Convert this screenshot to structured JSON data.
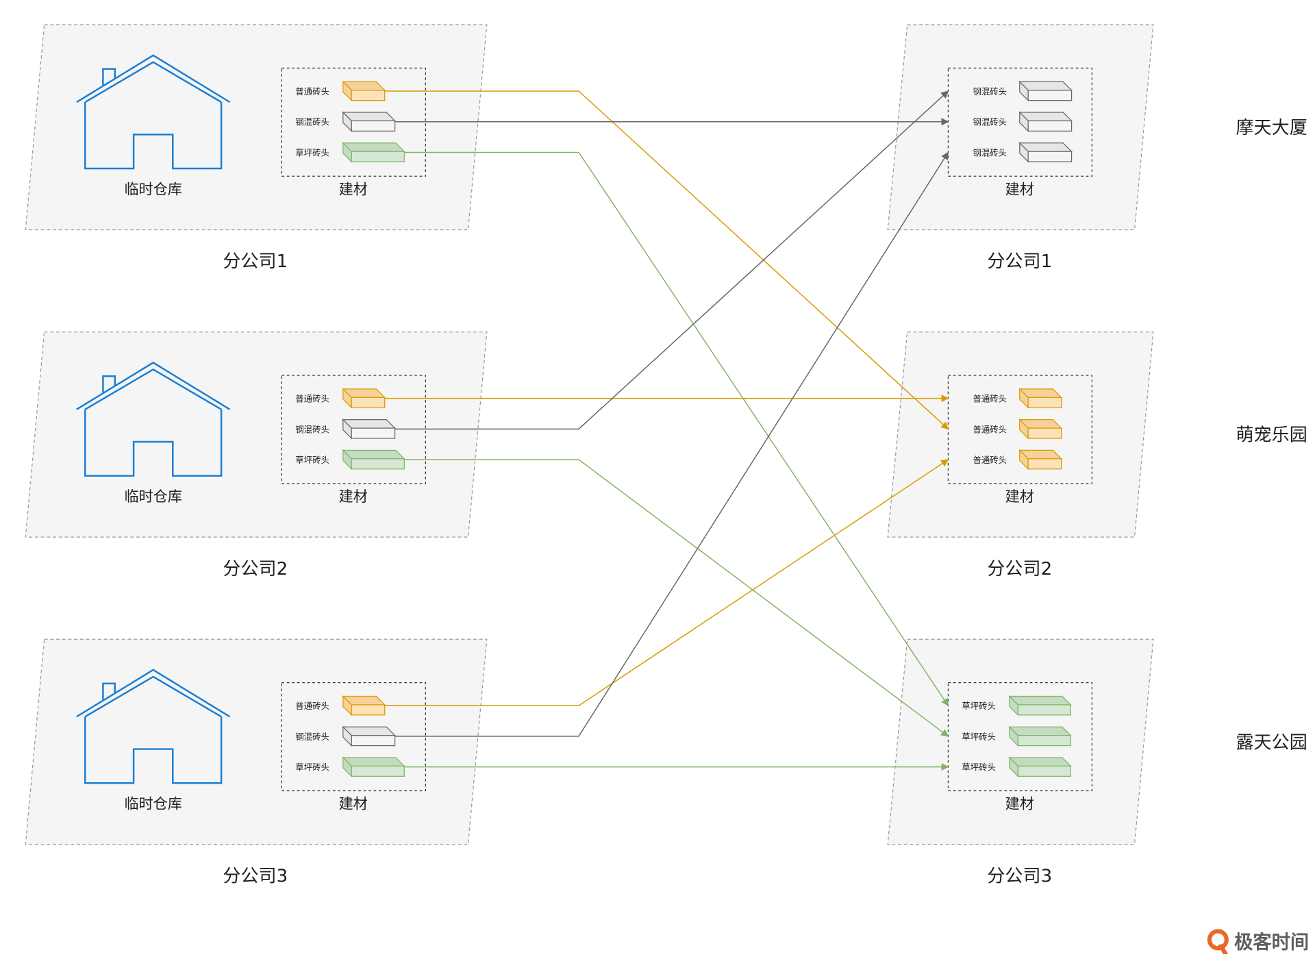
{
  "sources": [
    {
      "company_label": "分公司1",
      "warehouse_label": "临时仓库",
      "group_label": "建材",
      "materials": [
        {
          "label": "普通砖头",
          "kind": "normal"
        },
        {
          "label": "钢混砖头",
          "kind": "steel"
        },
        {
          "label": "草坪砖头",
          "kind": "grass"
        }
      ]
    },
    {
      "company_label": "分公司2",
      "warehouse_label": "临时仓库",
      "group_label": "建材",
      "materials": [
        {
          "label": "普通砖头",
          "kind": "normal"
        },
        {
          "label": "钢混砖头",
          "kind": "steel"
        },
        {
          "label": "草坪砖头",
          "kind": "grass"
        }
      ]
    },
    {
      "company_label": "分公司3",
      "warehouse_label": "临时仓库",
      "group_label": "建材",
      "materials": [
        {
          "label": "普通砖头",
          "kind": "normal"
        },
        {
          "label": "钢混砖头",
          "kind": "steel"
        },
        {
          "label": "草坪砖头",
          "kind": "grass"
        }
      ]
    }
  ],
  "destinations": [
    {
      "company_label": "分公司1",
      "group_label": "建材",
      "site_label": "摩天大厦",
      "kind": "steel",
      "materials": [
        {
          "label": "钢混砖头"
        },
        {
          "label": "钢混砖头"
        },
        {
          "label": "钢混砖头"
        }
      ]
    },
    {
      "company_label": "分公司2",
      "group_label": "建材",
      "site_label": "萌宠乐园",
      "kind": "normal",
      "materials": [
        {
          "label": "普通砖头"
        },
        {
          "label": "普通砖头"
        },
        {
          "label": "普通砖头"
        }
      ]
    },
    {
      "company_label": "分公司3",
      "group_label": "建材",
      "site_label": "露天公园",
      "kind": "grass",
      "materials": [
        {
          "label": "草坪砖头"
        },
        {
          "label": "草坪砖头"
        },
        {
          "label": "草坪砖头"
        }
      ]
    }
  ],
  "edges": [
    {
      "from": {
        "source": 0,
        "item": 0
      },
      "to": {
        "dest": 1,
        "item": 1
      },
      "kind": "normal"
    },
    {
      "from": {
        "source": 0,
        "item": 1
      },
      "to": {
        "dest": 0,
        "item": 1
      },
      "kind": "steel"
    },
    {
      "from": {
        "source": 0,
        "item": 2
      },
      "to": {
        "dest": 2,
        "item": 0
      },
      "kind": "grass"
    },
    {
      "from": {
        "source": 1,
        "item": 0
      },
      "to": {
        "dest": 1,
        "item": 0
      },
      "kind": "normal"
    },
    {
      "from": {
        "source": 1,
        "item": 1
      },
      "to": {
        "dest": 0,
        "item": 0
      },
      "kind": "steel"
    },
    {
      "from": {
        "source": 1,
        "item": 2
      },
      "to": {
        "dest": 2,
        "item": 1
      },
      "kind": "grass"
    },
    {
      "from": {
        "source": 2,
        "item": 0
      },
      "to": {
        "dest": 1,
        "item": 2
      },
      "kind": "normal"
    },
    {
      "from": {
        "source": 2,
        "item": 1
      },
      "to": {
        "dest": 0,
        "item": 2
      },
      "kind": "steel"
    },
    {
      "from": {
        "source": 2,
        "item": 2
      },
      "to": {
        "dest": 2,
        "item": 2
      },
      "kind": "grass"
    }
  ],
  "colors": {
    "normal": {
      "fill": "#fde2b8",
      "top": "#f7d19a",
      "stroke": "#d79b00",
      "line": "#d79b00"
    },
    "steel": {
      "fill": "#f5f5f5",
      "top": "#e6e6e6",
      "stroke": "#666666",
      "line": "#666666"
    },
    "grass": {
      "fill": "#d5e8d4",
      "top": "#c3dcc1",
      "stroke": "#82b366",
      "line": "#82b366"
    },
    "house": "#1a7fd4",
    "panel_fill": "#f5f5f5",
    "panel_stroke": "#9a9a9a",
    "group_stroke": "#333333"
  },
  "icons": {
    "warehouse": "house-icon",
    "brick": "brick-icon",
    "logo": "geektime-logo-icon"
  },
  "logo": {
    "text": "极客时间"
  }
}
